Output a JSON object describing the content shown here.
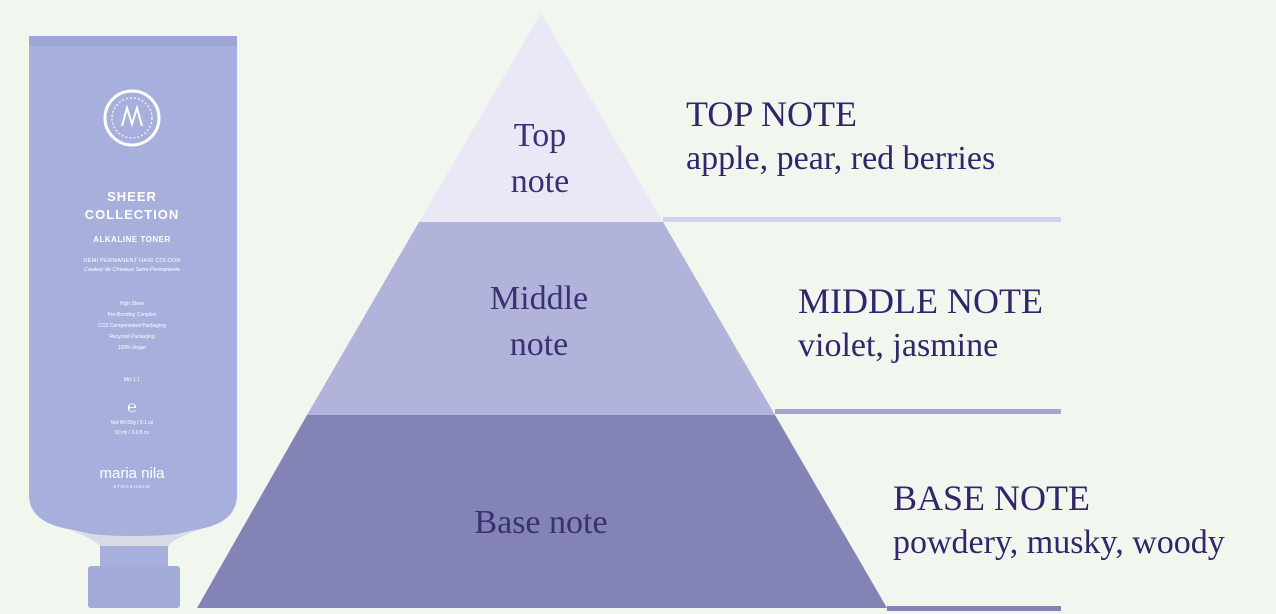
{
  "colors": {
    "background": "#f1f7ee",
    "top_tier": "#e9e8f6",
    "middle_tier": "#b2b3da",
    "base_tier": "#8384b5",
    "text": "#2f276a",
    "tube": "#a7afdc"
  },
  "pyramid": {
    "top_label": [
      "Top",
      "note"
    ],
    "middle_label": [
      "Middle",
      "note"
    ],
    "base_label": "Base note"
  },
  "notes": {
    "top": {
      "title": "TOP NOTE",
      "description": "apple, pear, red berries"
    },
    "middle": {
      "title": "MIDDLE NOTE",
      "description": "violet, jasmine"
    },
    "base": {
      "title": "BASE NOTE",
      "description": "powdery, musky, woody"
    }
  },
  "product": {
    "line1": "SHEER",
    "line2": "COLLECTION",
    "subtitle": "ALKALINE TONER",
    "type_en": "DEMI PERMANENT HAIR COLOUR",
    "type_fr": "Couleur de Cheveux Semi-Permanente",
    "features": [
      "High Shine",
      "Pre-Bonding Complex",
      "CO2 Compensated Packaging",
      "Recycled Packaging",
      "100% Vegan"
    ],
    "mix": "Mix 1:1",
    "estimate_mark": "℮",
    "net_wt": "Net Wt 89g / 3.1 oz",
    "volume": "90 ml / 3.0 fl oz",
    "brand": "maria nila",
    "brand_sub": "STOCKHOLM"
  }
}
